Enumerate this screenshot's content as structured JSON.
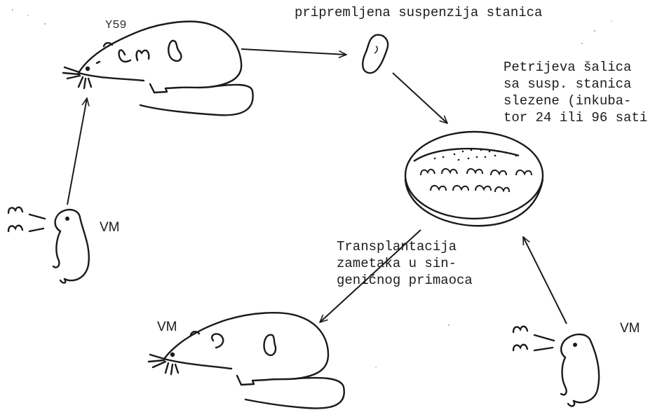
{
  "labels": {
    "donor": "Y59",
    "suspension": "pripremljena suspenzija stanica",
    "petri": [
      "Petrijeva šalica",
      "sa susp. stanica",
      "slezene (inkuba-",
      "tor 24 ili 96 sati"
    ],
    "transplant": [
      "Transplantacija",
      "zametaka u sin-",
      "geničnog primaoca"
    ],
    "vm_top": "VM",
    "vm_recipient": "VM",
    "vm_right": "VM"
  }
}
